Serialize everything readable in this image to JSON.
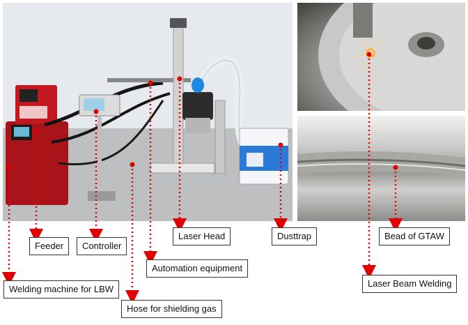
{
  "labels": {
    "welding_machine": "Welding machine for LBW",
    "feeder": "Feeder",
    "controller": "Controller",
    "hose": "Hose for shielding gas",
    "automation": "Automation equipment",
    "laser_head": "Laser Head",
    "dusttrap": "Dusttrap",
    "bead": "Bead of GTAW",
    "laser_beam_welding": "Laser Beam Welding"
  },
  "colors": {
    "pointer": "#e00000",
    "welder_body": "#b3141a"
  }
}
